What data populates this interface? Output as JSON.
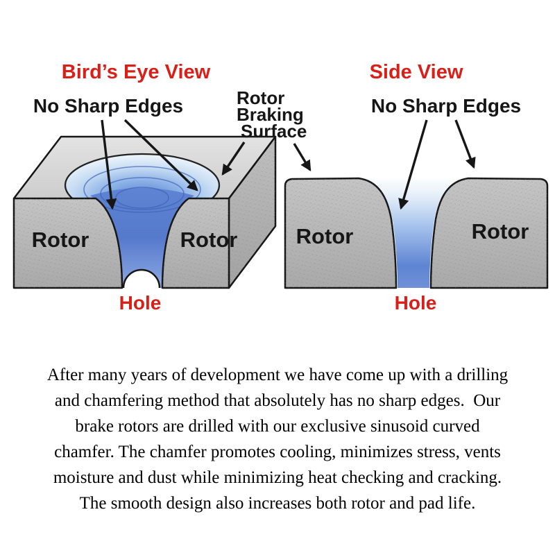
{
  "colors": {
    "accent_red": "#d92018",
    "ink": "#161616",
    "steel_light": "#d8d8d8",
    "steel_mid": "#b9b9b9",
    "chamfer_blue": "#5e84d2"
  },
  "birds_eye": {
    "title": "Bird’s Eye View",
    "no_sharp_edges": "No Sharp Edges",
    "rotor_left": "Rotor",
    "rotor_right": "Rotor",
    "hole": "Hole"
  },
  "side_view": {
    "title": "Side View",
    "no_sharp_edges": "No Sharp Edges",
    "rotor_left": "Rotor",
    "rotor_right": "Rotor",
    "hole": "Hole"
  },
  "callouts": {
    "braking_line1": "Rotor",
    "braking_line2": "Braking",
    "braking_line3": "Surface"
  },
  "paragraph": {
    "lines": [
      "After many years of development we have come up with a drilling",
      "and chamfering method that absolutely has no sharp edges.  Our",
      "brake rotors are drilled with our exclusive sinusoid curved",
      "chamfer. The chamfer promotes cooling, minimizes stress, vents",
      "moisture and dust while minimizing heat checking and cracking.",
      "The smooth design also increases both rotor and pad life."
    ]
  }
}
